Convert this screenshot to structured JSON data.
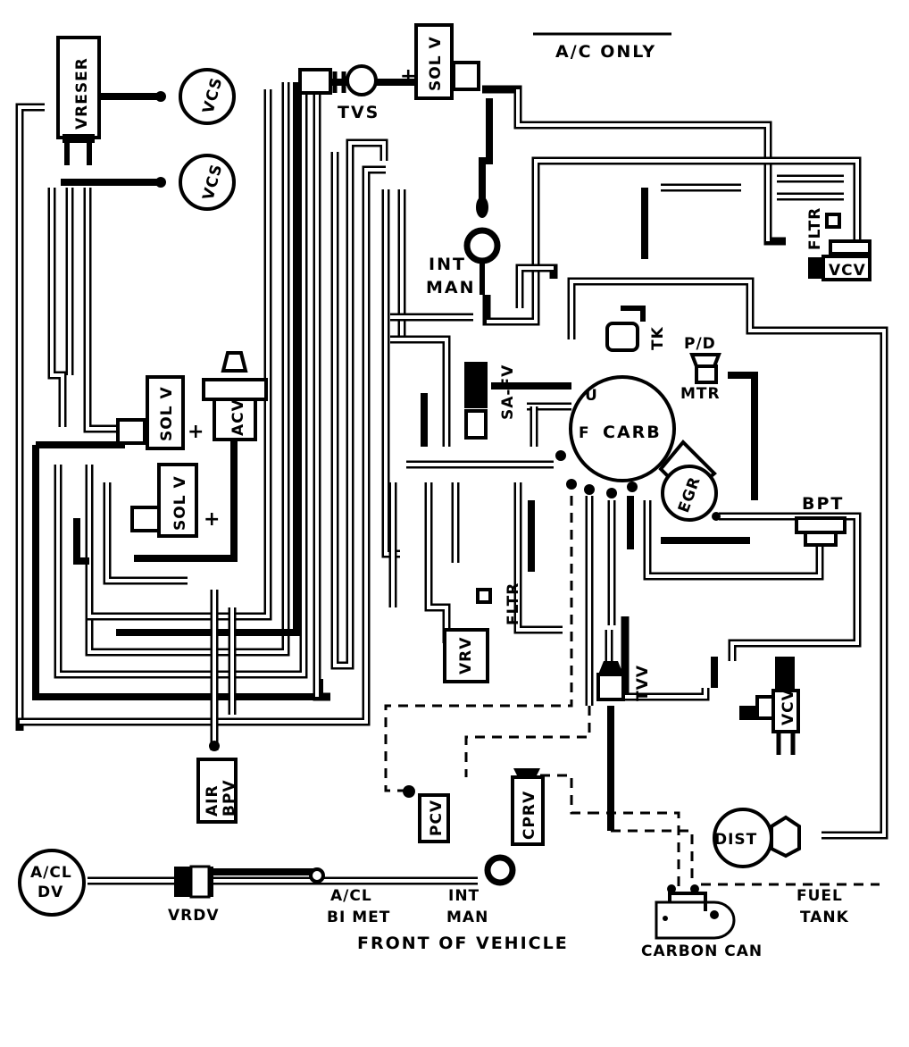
{
  "legend": {
    "text": "A/C ONLY"
  },
  "components": {
    "vreser": "VRESER",
    "vcs_top": "VCS",
    "vcs_mid": "VCS",
    "tvs": "TVS",
    "sol_v_top": "SOL V",
    "sol_v_mid": "SOL V",
    "sol_v_low": "SOL V",
    "acv": "ACV",
    "int_man_1": "INT",
    "int_man_2": "MAN",
    "sa_fv": "SA-FV",
    "tk": "TK",
    "pd_1": "P/D",
    "pd_2": "MTR",
    "carb": "CARB",
    "carb_u": "U",
    "carb_f": "F",
    "egr": "EGR",
    "bpt": "BPT",
    "fltr_top": "FLTR",
    "vcv_top": "VCV",
    "fltr_mid": "FLTR",
    "vrv": "VRV",
    "tvv": "TVV",
    "vcv_low": "VCV",
    "air_1": "AIR",
    "air_2": "BPV",
    "pcv": "PCV",
    "cprv": "CPRV",
    "dist": "DIST",
    "acl_dv_1": "A/CL",
    "acl_dv_2": "DV",
    "vrdv": "VRDV",
    "acl_bimet_1": "A/CL",
    "acl_bimet_2": "BI MET",
    "int_man_front_1": "INT",
    "int_man_front_2": "MAN",
    "fuel_tank_1": "FUEL",
    "fuel_tank_2": "TANK",
    "carbon_can": "CARBON CAN"
  },
  "footer": {
    "front_of_vehicle": "FRONT OF VEHICLE"
  }
}
